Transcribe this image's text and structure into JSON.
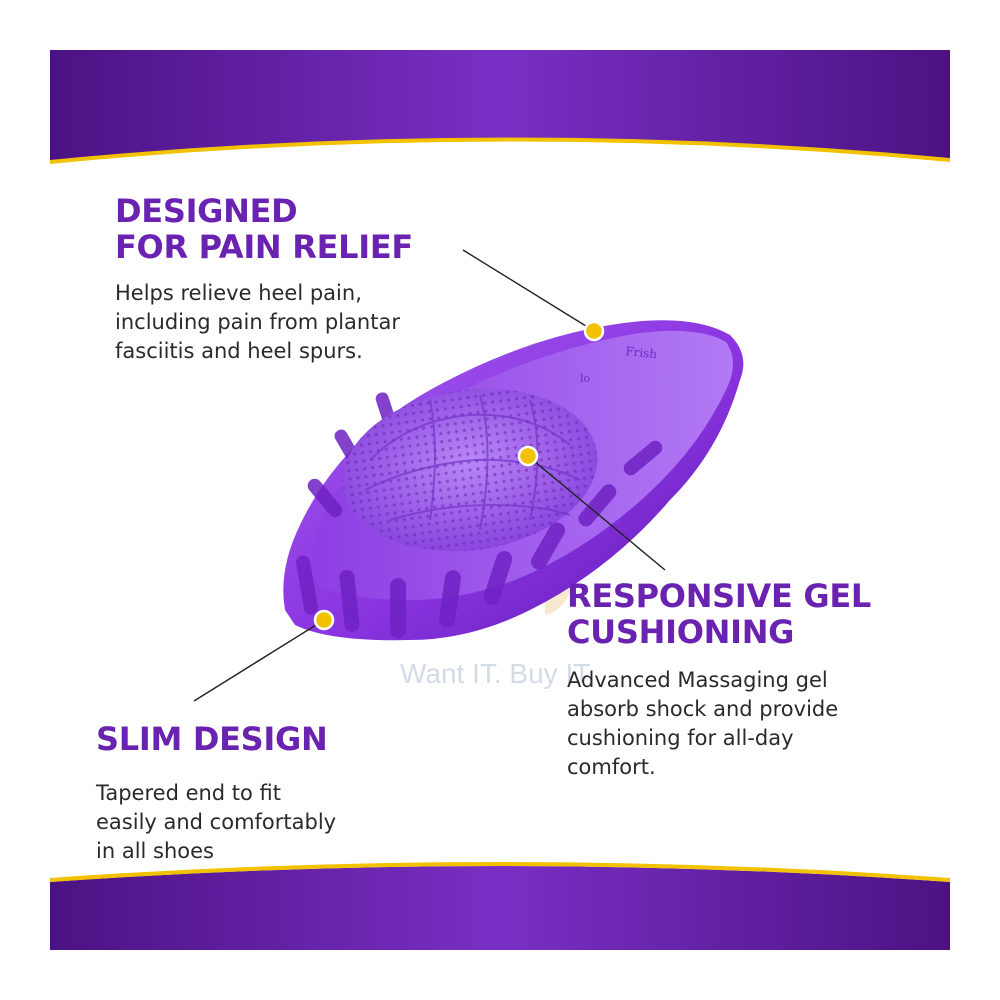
{
  "colors": {
    "brand_purple": "#6a22b0",
    "banner_purple": "#5a1a96",
    "gold_accent": "#f2c200",
    "body_text": "#2a2a2a",
    "gel_purple": "#8a34e0"
  },
  "features": {
    "pain_relief": {
      "heading_line1": "DESIGNED",
      "heading_line2": "FOR PAIN RELIEF",
      "body_line1": "Helps relieve heel pain,",
      "body_line2": "including pain from plantar",
      "body_line3": "fasciitis and heel spurs."
    },
    "gel_cushioning": {
      "heading_line1": "RESPONSIVE GEL",
      "heading_line2": "CUSHIONING",
      "body_line1": "Advanced Massaging gel",
      "body_line2": "absorb shock and provide",
      "body_line3": "cushioning for all-day",
      "body_line4": "comfort."
    },
    "slim_design": {
      "heading": "SLIM DESIGN",
      "body_line1": "Tapered end to fit",
      "body_line2": "easily and comfortably",
      "body_line3": "in all shoes"
    }
  },
  "watermark": {
    "text": "Want IT. Buy IT."
  },
  "icons": [
    "callout-dot-icon",
    "heel-cushion-illustration",
    "watermark-logo-icon"
  ]
}
